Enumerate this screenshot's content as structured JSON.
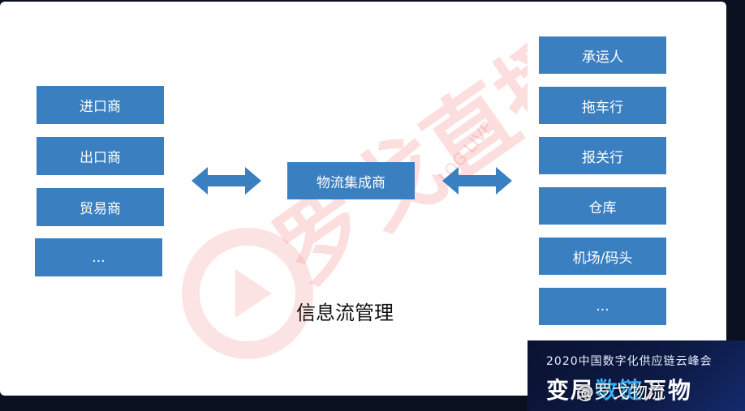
{
  "left_column": [
    "进口商",
    "出口商",
    "贸易商",
    "..."
  ],
  "center": {
    "label": "物流集成商"
  },
  "right_column": [
    "承运人",
    "拖车行",
    "报关行",
    "仓库",
    "机场/码头",
    "..."
  ],
  "caption": "信息流管理",
  "watermark": {
    "main": "罗戈直播",
    "sub": "LOG LIVE"
  },
  "footer": {
    "conference": "2020中国数字化供应链云峰会",
    "slogan_a": "变局",
    "slogan_b": "数链",
    "slogan_c": "万物",
    "credit": "@罗戈物流"
  },
  "colors": {
    "box": "#3a7fc0",
    "accent": "#36b6ff",
    "watermark": "#f26b6b"
  }
}
